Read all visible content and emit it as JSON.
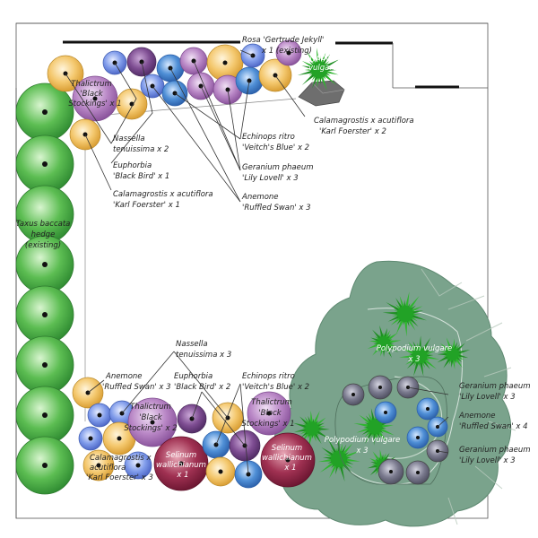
{
  "colors": {
    "taxus": "#47a845",
    "calamagrostis": "#f2c262",
    "thalictrum": "#b77fc4",
    "nassella": "#6f8ee0",
    "euphorbia": "#7a4a8c",
    "echinops": "#4a8ad0",
    "geranium": "#707080",
    "anemone": "#5a7ac8",
    "selinum": "#9b2340",
    "polypodium": "#2fb52f",
    "tree_canopy": "#7aa38c",
    "rock": "#6e6e6e"
  },
  "labels": {
    "rosa": [
      "Rosa 'Gertrude Jekyll'",
      "x 1  (existing)"
    ],
    "poly_top": [
      "Polypodium",
      "vulgare"
    ],
    "thal_top": [
      "Thalictrum",
      "'Black",
      "Stockings' x 1"
    ],
    "nassella_top": [
      "Nassella",
      "tenuissima x 2"
    ],
    "euph_top": [
      "Euphorbia",
      "'Black Bird' x 1"
    ],
    "cala_top1": [
      "Calamagrostis x acutiflora",
      "'Karl Foerster' x 1"
    ],
    "cala_top2": [
      "Calamagrostis x acutiflora",
      "'Karl Foerster' x 2"
    ],
    "echin_top": [
      "Echinops ritro",
      "'Veitch's Blue' x 2"
    ],
    "ger_top": [
      "Geranium phaeum",
      "'Lily Lovell' x 3"
    ],
    "anem_top": [
      "Anemone",
      "'Ruffled Swan' x 3"
    ],
    "taxus": [
      "Taxus baccata",
      "hedge",
      "(existing)"
    ],
    "nassella_bot": [
      "Nassella",
      "tenuissima x 3"
    ],
    "anem_bot": [
      "Anemone",
      "'Ruffled Swan' x 3"
    ],
    "euph_bot": [
      "Euphorbia",
      "'Black Bird' x 2"
    ],
    "echin_bot": [
      "Echinops ritro",
      "'Veitch's Blue' x 2"
    ],
    "thal_bot_left": [
      "Thalictrum",
      "'Black",
      "Stockings' x 2"
    ],
    "thal_bot_right": [
      "Thalictrum",
      "'Black",
      "Stockings' x 1"
    ],
    "selinum_1": [
      "Selinum",
      "wallichianum",
      "x 1"
    ],
    "selinum_2": [
      "Selinum",
      "wallichianum",
      "x 1"
    ],
    "cala_bot": [
      "Calamagrostis x",
      "acutiflora",
      "'Karl Foerster' x 3"
    ],
    "poly_right1": [
      "Polypodium vulgare",
      "x 3"
    ],
    "poly_right2": [
      "Polypodium vulgare",
      "x 3"
    ],
    "ger_right1": [
      "Geranium phaeum",
      "'Lily Lovell' x 3"
    ],
    "anem_right": [
      "Anemone",
      "'Ruffled Swan' x 4"
    ],
    "ger_right2": [
      "Geranium phaeum",
      "'Lily Lovell' x 3"
    ]
  }
}
